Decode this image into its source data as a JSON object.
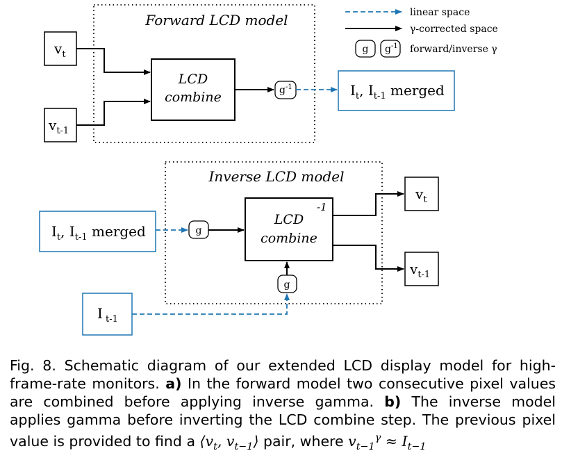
{
  "legend": {
    "linear": "linear space",
    "gamma_corrected": "γ-corrected space",
    "g": "g",
    "g_inv_base": "g",
    "g_inv_sup": "-1",
    "forward_inverse": "forward/inverse γ"
  },
  "forward": {
    "title": "Forward LCD model",
    "input1_base": "v",
    "input1_sub": "t",
    "input2_base": "v",
    "input2_sub": "t-1",
    "combine_line1": "LCD",
    "combine_line2": "combine",
    "ginv_base": "g",
    "ginv_sup": "-1",
    "output_a": "I",
    "output_a_sub": "t",
    "output_sep": ", I",
    "output_b_sub": "t-1",
    "output_word": " merged"
  },
  "inverse": {
    "title": "Inverse LCD model",
    "input_a": "I",
    "input_a_sub": "t",
    "input_sep": ", I",
    "input_b_sub": "t-1",
    "input_word": " merged",
    "g_main": "g",
    "combine_line1": "LCD",
    "combine_line2": "combine",
    "combine_sup": "-1",
    "g_bottom": "g",
    "prev_base": "I",
    "prev_sub": " t-1",
    "out1_base": "v",
    "out1_sub": "t",
    "out2_base": "v",
    "out2_sub": "t-1"
  },
  "colors": {
    "linear": "#1f77b4",
    "gamma": "#000000",
    "box_blue": "#1f77b4"
  },
  "caption": {
    "p1": "Fig. 8. Schematic diagram of our extended LCD display model for high-frame-rate monitors. ",
    "a": "a)",
    "p2": " In the forward model two consecutive pixel values are combined before applying inverse gamma. ",
    "b": "b)",
    "p3": " The inverse model applies gamma before inverting the LCD combine step. The previous pixel value is provided to find a ",
    "p4": " pair, where "
  }
}
